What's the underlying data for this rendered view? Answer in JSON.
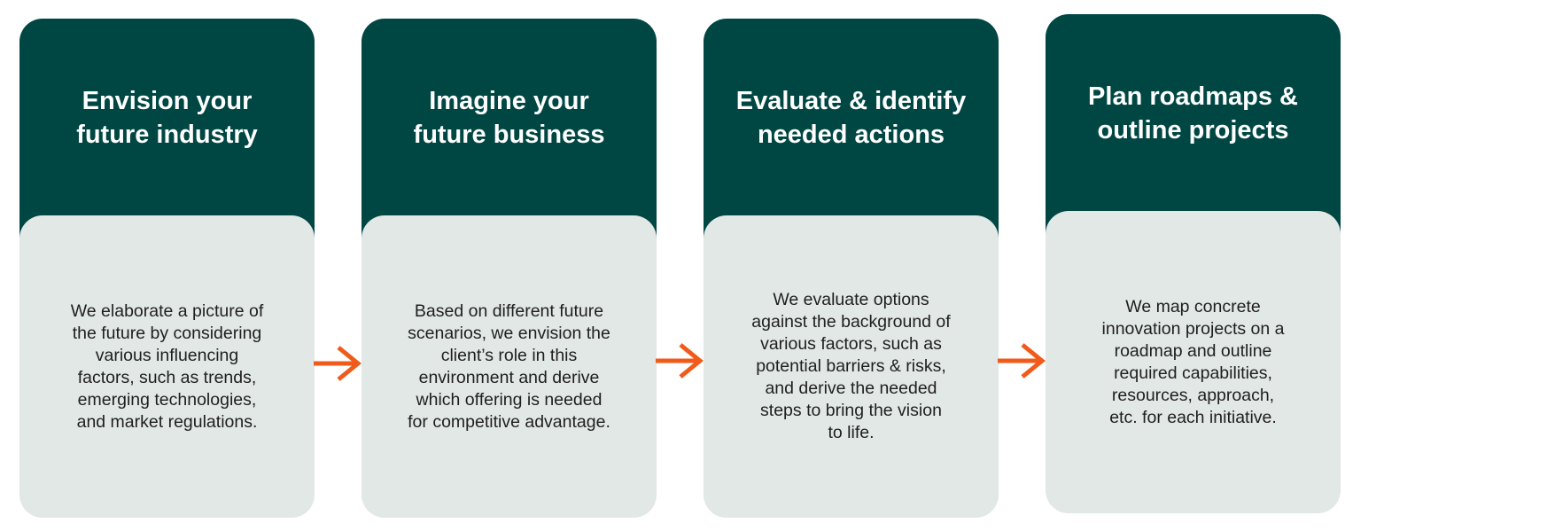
{
  "colors": {
    "header": "#004744",
    "body": "#e2e8e6",
    "arrow": "#f05a1a"
  },
  "steps": [
    {
      "title": "Envision your\nfuture industry",
      "description": "We elaborate a picture of\nthe future by considering\nvarious influencing\nfactors, such as trends,\nemerging technologies,\nand market regulations."
    },
    {
      "title": "Imagine your\nfuture business",
      "description": "Based on different future\nscenarios, we envision the\nclient’s role in this\nenvironment and derive\nwhich offering is needed\nfor competitive advantage."
    },
    {
      "title": "Evaluate & identify\nneeded actions",
      "description": "We evaluate options\nagainst the background of\nvarious factors, such as\npotential barriers & risks,\nand derive the needed\nsteps to bring the vision\nto life."
    },
    {
      "title": "Plan roadmaps &\noutline projects",
      "description": "We map concrete\ninnovation projects on a\nroadmap and outline\nrequired capabilities,\nresources, approach,\netc. for each initiative."
    }
  ]
}
